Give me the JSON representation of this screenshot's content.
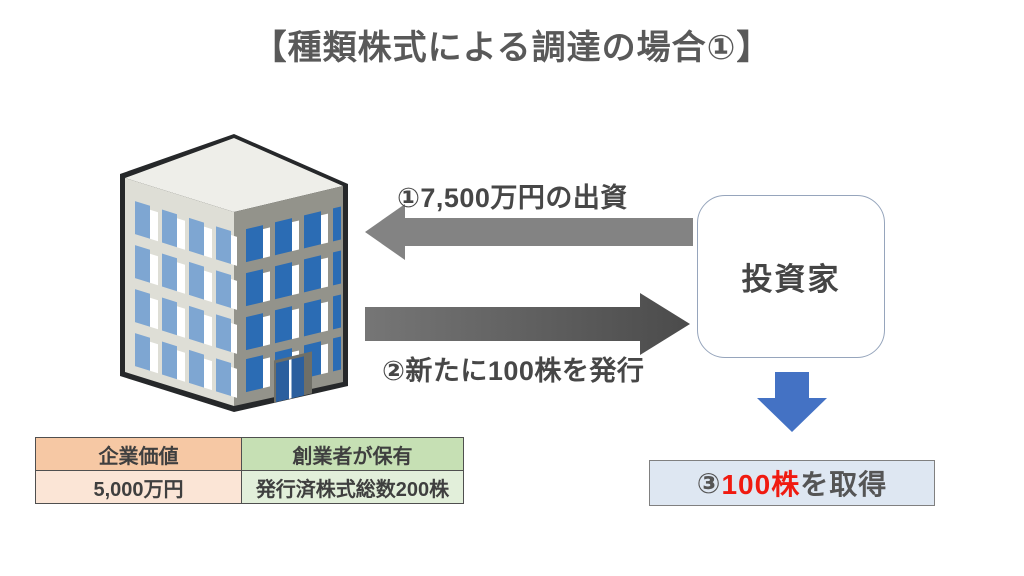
{
  "title": "【種類株式による調達の場合①】",
  "flows": {
    "investment_label": "①7,500万円の出資",
    "issue_label": "②新たに100株を発行"
  },
  "investor": {
    "label": "投資家"
  },
  "acquisition": {
    "prefix": "③",
    "highlight": "100株",
    "suffix": "を取得"
  },
  "table": {
    "headers": [
      "企業価値",
      "創業者が保有"
    ],
    "values": [
      "5,000万円",
      "発行済株式総数200株"
    ]
  },
  "icons": {
    "company-building-icon": "isometric office building clipart",
    "investment-arrow-icon": "thick gray arrow pointing left",
    "share-issue-arrow-icon": "thick dark-gray gradient arrow pointing right",
    "down-arrow-icon": "solid blue arrow pointing down"
  },
  "colors": {
    "title_text": "#595959",
    "label_text": "#474747",
    "arrow_gray": "#838383",
    "arrow_dark_gray": "#595959",
    "down_arrow_blue": "#4472c4",
    "investor_box_border": "#96a5bc",
    "acquire_box_fill": "#dee7f2",
    "acquire_box_border": "#808080",
    "highlight_red": "#f01a10",
    "table_peach_header": "#f6c8a4",
    "table_peach_value": "#fbe5d6",
    "table_green_header": "#c6e0b4",
    "table_green_value": "#e2efda",
    "building_left_window_blue": "#7ea6d2",
    "building_right_window_blue": "#2b6cb4"
  }
}
